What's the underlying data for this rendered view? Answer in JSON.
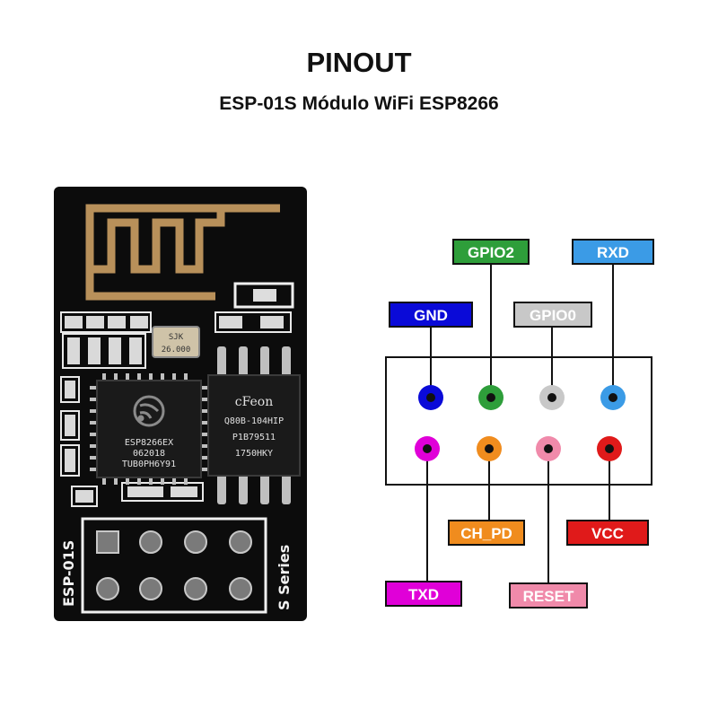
{
  "title": "PINOUT",
  "subtitle": "ESP-01S Módulo WiFi ESP8266",
  "board": {
    "crystal": [
      "SJK",
      "26.000"
    ],
    "mcu": [
      "ESP8266EX",
      "062018",
      "TUB0PH6Y91"
    ],
    "flash": [
      "cFeon",
      "Q80B-104HIP",
      "P1B79511",
      "1750HKY"
    ],
    "silk_left": "ESP-01S",
    "silk_right": "S Series"
  },
  "pins": {
    "gnd": {
      "label": "GND",
      "color": "#0a0ad8"
    },
    "gpio2": {
      "label": "GPIO2",
      "color": "#2e9e3a"
    },
    "gpio0": {
      "label": "GPIO0",
      "color": "#c8c8c8"
    },
    "rxd": {
      "label": "RXD",
      "color": "#3b9be6"
    },
    "txd": {
      "label": "TXD",
      "color": "#e000d8"
    },
    "ch_pd": {
      "label": "CH_PD",
      "color": "#f08c1e"
    },
    "reset": {
      "label": "RESET",
      "color": "#f08aaa"
    },
    "vcc": {
      "label": "VCC",
      "color": "#e01a1a"
    }
  }
}
